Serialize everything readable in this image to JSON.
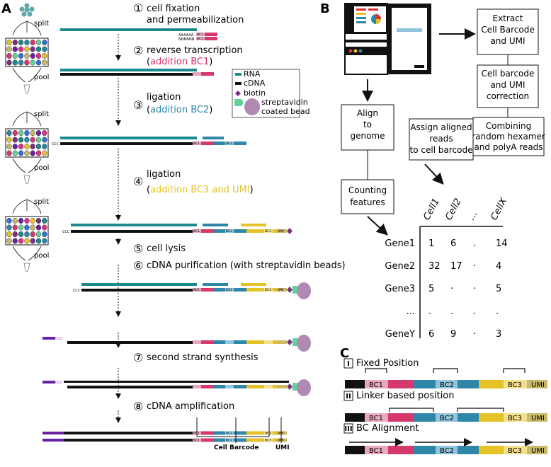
{
  "panels": {
    "a": "A",
    "b": "B",
    "c": "C"
  },
  "colors": {
    "rna": "#1a8a8a",
    "cdna": "#111111",
    "bc1": "#d6386b",
    "bc2": "#2e86a8",
    "bc3": "#e6c229",
    "umi": "#c9b86a",
    "biotin": "#7a2f86",
    "bead": "#b08ab3",
    "linker_green": "#5fd39a",
    "label_pink": "#e9a8bd",
    "label_blue": "#8ec4dc",
    "label_yellow": "#f2e08c",
    "primer": "#6a22a4"
  },
  "panel_a": {
    "split": "split",
    "pool": "pool",
    "steps": [
      {
        "num": "①",
        "line1": "cell fixation",
        "line2": "and permeabilization"
      },
      {
        "num": "②",
        "line1": "reverse transcription",
        "paren_open": "(",
        "addition": "addition BC1",
        "paren_close": ")"
      },
      {
        "num": "③",
        "line1": "ligation",
        "paren_open": "(",
        "addition": "addition BC2",
        "paren_close": ")"
      },
      {
        "num": "④",
        "line1": "ligation",
        "paren_open": "(",
        "addition": "addition BC3 and UMI",
        "paren_close": ")"
      },
      {
        "num": "⑤",
        "line1": "cell lysis"
      },
      {
        "num": "⑥",
        "line1": "cDNA purification (with streptavidin beads)"
      },
      {
        "num": "⑦",
        "line1": "second strand synthesis"
      },
      {
        "num": "⑧",
        "line1": "cDNA amplification"
      }
    ],
    "polyA": "AAAAAA",
    "polyN": "NNNNNN",
    "legend": {
      "rna": "RNA",
      "cdna": "cDNA",
      "biotin": "biotin",
      "bead_line1": "streptavidin",
      "bead_line2": "coated bead"
    },
    "seg": {
      "bc1": "BC1",
      "bc2": "BC2",
      "bc3": "BC3",
      "umi": "UMI"
    },
    "end_ccc": "ccc",
    "cell_barcode": "Cell Barcode",
    "umi_label": "UMI"
  },
  "panel_b": {
    "extract": [
      "Extract",
      "Cell Barcode",
      "and UMI"
    ],
    "correction": [
      "Cell barcode",
      "and UMI",
      "correction"
    ],
    "combining": [
      "Combining",
      "random hexamer",
      "and polyA reads"
    ],
    "assign": [
      "Assign aligned",
      "reads",
      "to cell barcode"
    ],
    "align": [
      "Align",
      "to",
      "genome"
    ],
    "counting": [
      "Counting",
      "features"
    ],
    "matrix": {
      "columns": [
        "Cell1",
        "Cell2",
        "...",
        "CellX"
      ],
      "rows": [
        {
          "gene": "Gene1",
          "values": [
            "1",
            "6",
            ".",
            "14"
          ]
        },
        {
          "gene": "Gene2",
          "values": [
            "32",
            "17",
            "·",
            "4"
          ]
        },
        {
          "gene": "Gene3",
          "values": [
            "5",
            "·",
            "·",
            "5"
          ]
        },
        {
          "gene": "...",
          "values": [
            ".",
            ".",
            ".",
            "."
          ]
        },
        {
          "gene": "GeneY",
          "values": [
            "6",
            "9",
            "·",
            "3"
          ]
        }
      ]
    }
  },
  "panel_c": {
    "methods": [
      {
        "num": "I",
        "label": "Fixed Position"
      },
      {
        "num": "II",
        "label": "Linker based position"
      },
      {
        "num": "III",
        "label": "BC Alignment"
      }
    ],
    "seg": {
      "bc1": "BC1",
      "bc2": "BC2",
      "bc3": "BC3",
      "umi": "UMI"
    }
  }
}
